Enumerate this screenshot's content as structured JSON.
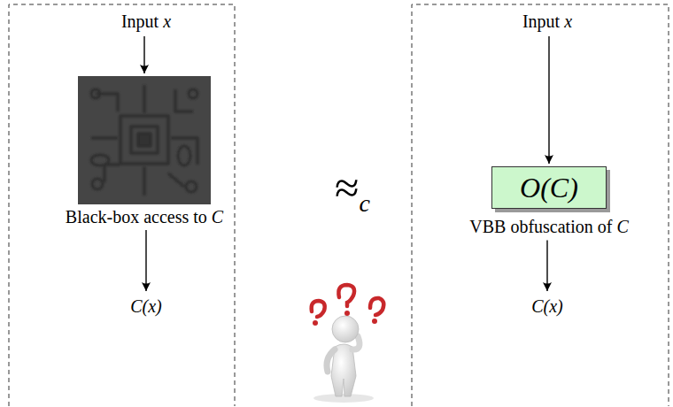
{
  "diagram": {
    "nodes": [
      {
        "text": [
          "Input x"
        ]
      },
      {
        "text": [
          "Black-box access to C"
        ]
      },
      {
        "text": [
          "C(x)"
        ]
      },
      {
        "text": [
          "Input x"
        ]
      },
      {
        "text": [
          "O(C)",
          "VBB obfuscation of C"
        ]
      },
      {
        "text": [
          "C(x)"
        ]
      }
    ],
    "edges": [
      {
        "from": 0,
        "to": 1,
        "arrow": "to"
      },
      {
        "from": 1,
        "to": 2,
        "arrow": "to"
      },
      {
        "from": 3,
        "to": 4,
        "arrow": "to"
      },
      {
        "from": 4,
        "to": 5,
        "arrow": "to"
      }
    ],
    "labels": [
      "≈c"
    ]
  }
}
